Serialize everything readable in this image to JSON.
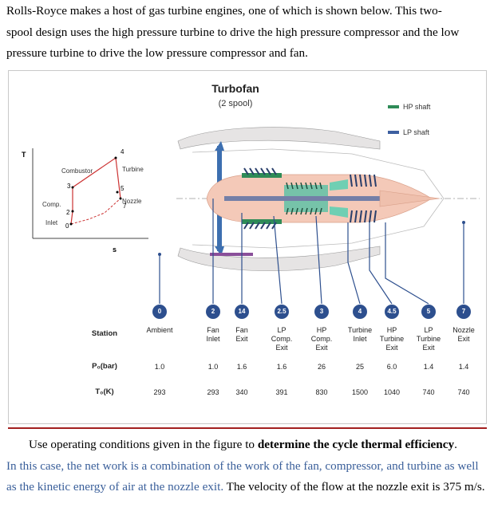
{
  "intro": {
    "lines": [
      "Rolls-Royce makes a host of gas turbine engines, one of which is shown below.  This two-",
      "spool design uses the high pressure turbine to drive the high pressure compressor and the low",
      "pressure turbine to drive the low pressure compressor and fan."
    ]
  },
  "figure": {
    "title": "Turbofan",
    "subtitle": "(2 spool)",
    "legend": [
      {
        "label": "HP shaft",
        "color": "#2e8b57"
      },
      {
        "label": "LP shaft",
        "color": "#3d5fa0"
      }
    ],
    "ts_diagram": {
      "y_axis": "T",
      "x_axis": "s",
      "labels": {
        "combustor": "Combustor",
        "turbine": "Turbine",
        "nozzle": "Nozzle",
        "comp": "Comp.",
        "inlet": "Inlet"
      },
      "points": [
        "0",
        "2",
        "3",
        "4",
        "5",
        "7"
      ]
    },
    "stations": {
      "row_headers": {
        "station": "Station",
        "pressure": "P₀(bar)",
        "temperature": "T₀(K)"
      },
      "columns": [
        {
          "badge": "0",
          "name": [
            "Ambient"
          ],
          "p": "1.0",
          "t": "293"
        },
        {
          "badge": "2",
          "name": [
            "Fan",
            "Inlet"
          ],
          "p": "1.0",
          "t": "293"
        },
        {
          "badge": "14",
          "name": [
            "Fan",
            "Exit"
          ],
          "p": "1.6",
          "t": "340"
        },
        {
          "badge": "2.5",
          "name": [
            "LP",
            "Comp.",
            "Exit"
          ],
          "p": "1.6",
          "t": "391"
        },
        {
          "badge": "3",
          "name": [
            "HP",
            "Comp.",
            "Exit"
          ],
          "p": "26",
          "t": "830"
        },
        {
          "badge": "4",
          "name": [
            "Turbine",
            "Inlet"
          ],
          "p": "25",
          "t": "1500"
        },
        {
          "badge": "4.5",
          "name": [
            "HP",
            "Turbine",
            "Exit"
          ],
          "p": "6.0",
          "t": "1040"
        },
        {
          "badge": "5",
          "name": [
            "LP",
            "Turbine",
            "Exit"
          ],
          "p": "1.4",
          "t": "740"
        },
        {
          "badge": "7",
          "name": [
            "Nozzle",
            "Exit"
          ],
          "p": "1.4",
          "t": "740"
        }
      ]
    }
  },
  "question": {
    "part1_plain": "Use operating conditions given in the figure to ",
    "part1_bold": "determine the cycle thermal efficiency",
    "part1_end": ".",
    "part2_blue": "In this case, the net work is a combination of the work of the fan, compressor, and turbine as well as the kinetic energy of air at the nozzle exit.",
    "part2_plain": " The velocity of the flow at the nozzle exit is 375 m/s."
  },
  "colors": {
    "badge": "#2d4f8e",
    "divider": "#a32020",
    "cycle_line": "#cc3333",
    "text_blue": "#3a5f9a"
  }
}
